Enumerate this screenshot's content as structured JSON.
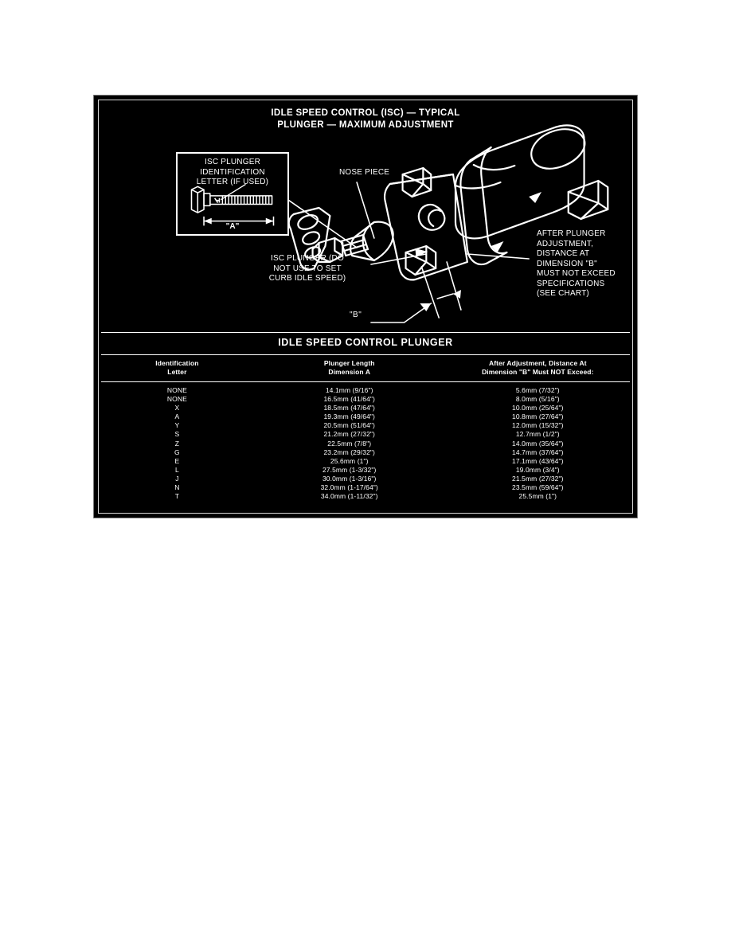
{
  "figure": {
    "title_line1": "IDLE SPEED CONTROL (ISC) — TYPICAL",
    "title_line2": "PLUNGER — MAXIMUM ADJUSTMENT",
    "inset": {
      "label": "ISC PLUNGER\nIDENTIFICATION\nLETTER (IF USED)",
      "dimension_label": "\"A\""
    },
    "callouts": {
      "nose_piece": "NOSE PIECE",
      "isc_plunger": "ISC PLUNGER (DO\nNOT USE TO SET\nCURB IDLE SPEED)",
      "after_plunger": "AFTER PLUNGER\nADJUSTMENT,\nDISTANCE AT\nDIMENSION \"B\"\nMUST NOT EXCEED\nSPECIFICATIONS\n(SEE CHART)",
      "dimension_b": "\"B\""
    }
  },
  "table": {
    "title": "IDLE SPEED CONTROL PLUNGER",
    "headers": [
      "Identification\nLetter",
      "Plunger Length\nDimension A",
      "After Adjustment, Distance At\nDimension \"B\" Must NOT Exceed:"
    ],
    "rows": [
      {
        "letter": "NONE",
        "length": "14.1mm (9/16\")",
        "max_b": "5.6mm (7/32\")"
      },
      {
        "letter": "NONE",
        "length": "16.5mm (41/64\")",
        "max_b": "8.0mm (5/16\")"
      },
      {
        "letter": "X",
        "length": "18.5mm (47/64\")",
        "max_b": "10.0mm (25/64\")"
      },
      {
        "letter": "A",
        "length": "19.3mm (49/64\")",
        "max_b": "10.8mm (27/64\")"
      },
      {
        "letter": "Y",
        "length": "20.5mm (51/64\")",
        "max_b": "12.0mm (15/32\")"
      },
      {
        "letter": "S",
        "length": "21.2mm (27/32\")",
        "max_b": "12.7mm (1/2\")"
      },
      {
        "letter": "Z",
        "length": "22.5mm (7/8\")",
        "max_b": "14.0mm (35/64\")"
      },
      {
        "letter": "G",
        "length": "23.2mm (29/32\")",
        "max_b": "14.7mm (37/64\")"
      },
      {
        "letter": "E",
        "length": "25.6mm (1\")",
        "max_b": "17.1mm (43/64\")"
      },
      {
        "letter": "L",
        "length": "27.5mm (1-3/32\")",
        "max_b": "19.0mm (3/4\")"
      },
      {
        "letter": "J",
        "length": "30.0mm (1-3/16\")",
        "max_b": "21.5mm (27/32\")"
      },
      {
        "letter": "N",
        "length": "32.0mm (1-17/64\")",
        "max_b": "23.5mm (59/64\")"
      },
      {
        "letter": "T",
        "length": "34.0mm (1-11/32\")",
        "max_b": "25.5mm (1\")"
      }
    ]
  },
  "colors": {
    "panel_background": "#000000",
    "ink": "#ffffff",
    "page_background": "#ffffff"
  }
}
